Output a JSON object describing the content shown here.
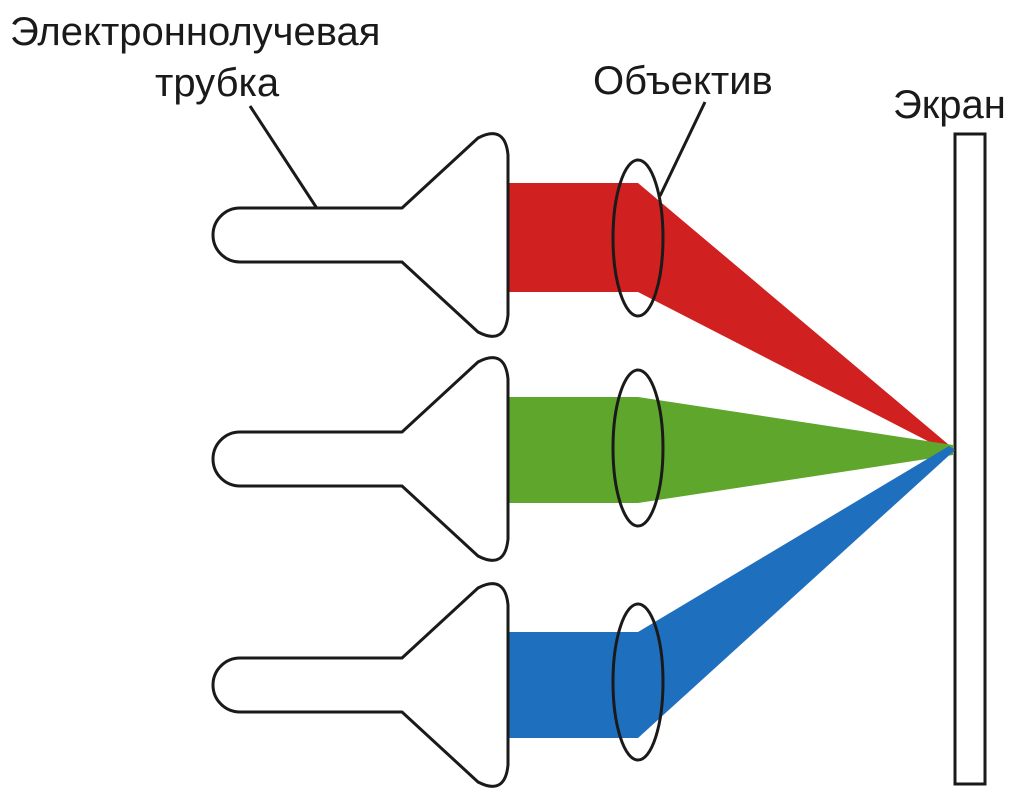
{
  "labels": {
    "tube_line1": "Электроннолучевая",
    "tube_line2": "трубка",
    "lens": "Объектив",
    "screen": "Экран"
  },
  "beams": [
    {
      "name": "red-beam",
      "color": "#d0201f"
    },
    {
      "name": "green-beam",
      "color": "#5ea62c"
    },
    {
      "name": "blue-beam",
      "color": "#1f6fbf"
    }
  ]
}
